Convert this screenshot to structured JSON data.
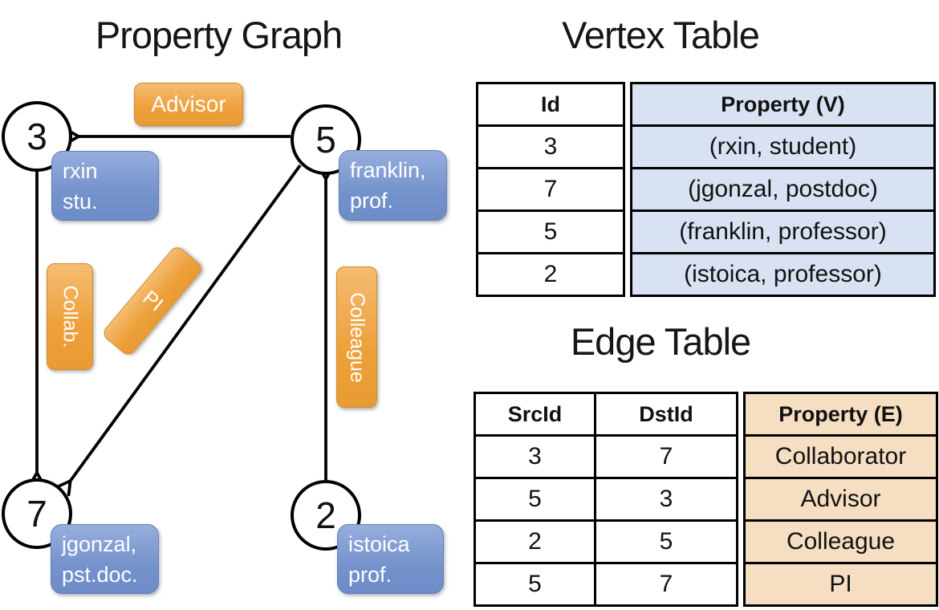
{
  "graph": {
    "title": "Property Graph",
    "nodes": [
      {
        "id": "3",
        "property_lines": [
          "rxin",
          "stu."
        ]
      },
      {
        "id": "5",
        "property_lines": [
          "franklin,",
          "prof."
        ]
      },
      {
        "id": "7",
        "property_lines": [
          "jgonzal,",
          "pst.doc."
        ]
      },
      {
        "id": "2",
        "property_lines": [
          "istoica",
          "prof."
        ]
      }
    ],
    "edges": [
      {
        "from": "5",
        "to": "3",
        "label": "Advisor"
      },
      {
        "from": "3",
        "to": "7",
        "label": "Collab."
      },
      {
        "from": "5",
        "to": "7",
        "label": "PI"
      },
      {
        "from": "2",
        "to": "5",
        "label": "Colleague"
      }
    ]
  },
  "vertex_table": {
    "title": "Vertex Table",
    "columns": [
      "Id",
      "Property (V)"
    ],
    "rows": [
      [
        "3",
        "(rxin, student)"
      ],
      [
        "7",
        "(jgonzal, postdoc)"
      ],
      [
        "5",
        "(franklin, professor)"
      ],
      [
        "2",
        "(istoica, professor)"
      ]
    ]
  },
  "edge_table": {
    "title": "Edge Table",
    "columns": [
      "SrcId",
      "DstId",
      "Property (E)"
    ],
    "rows": [
      [
        "3",
        "7",
        "Collaborator"
      ],
      [
        "5",
        "3",
        "Advisor"
      ],
      [
        "2",
        "5",
        "Colleague"
      ],
      [
        "5",
        "7",
        "PI"
      ]
    ]
  },
  "colors": {
    "edge_label_orange": "#eda03a",
    "vertex_label_blue": "#7492cb",
    "vertex_property_bg": "#d9e2f3",
    "edge_property_bg": "#f6dec2",
    "line_black": "#000000"
  }
}
